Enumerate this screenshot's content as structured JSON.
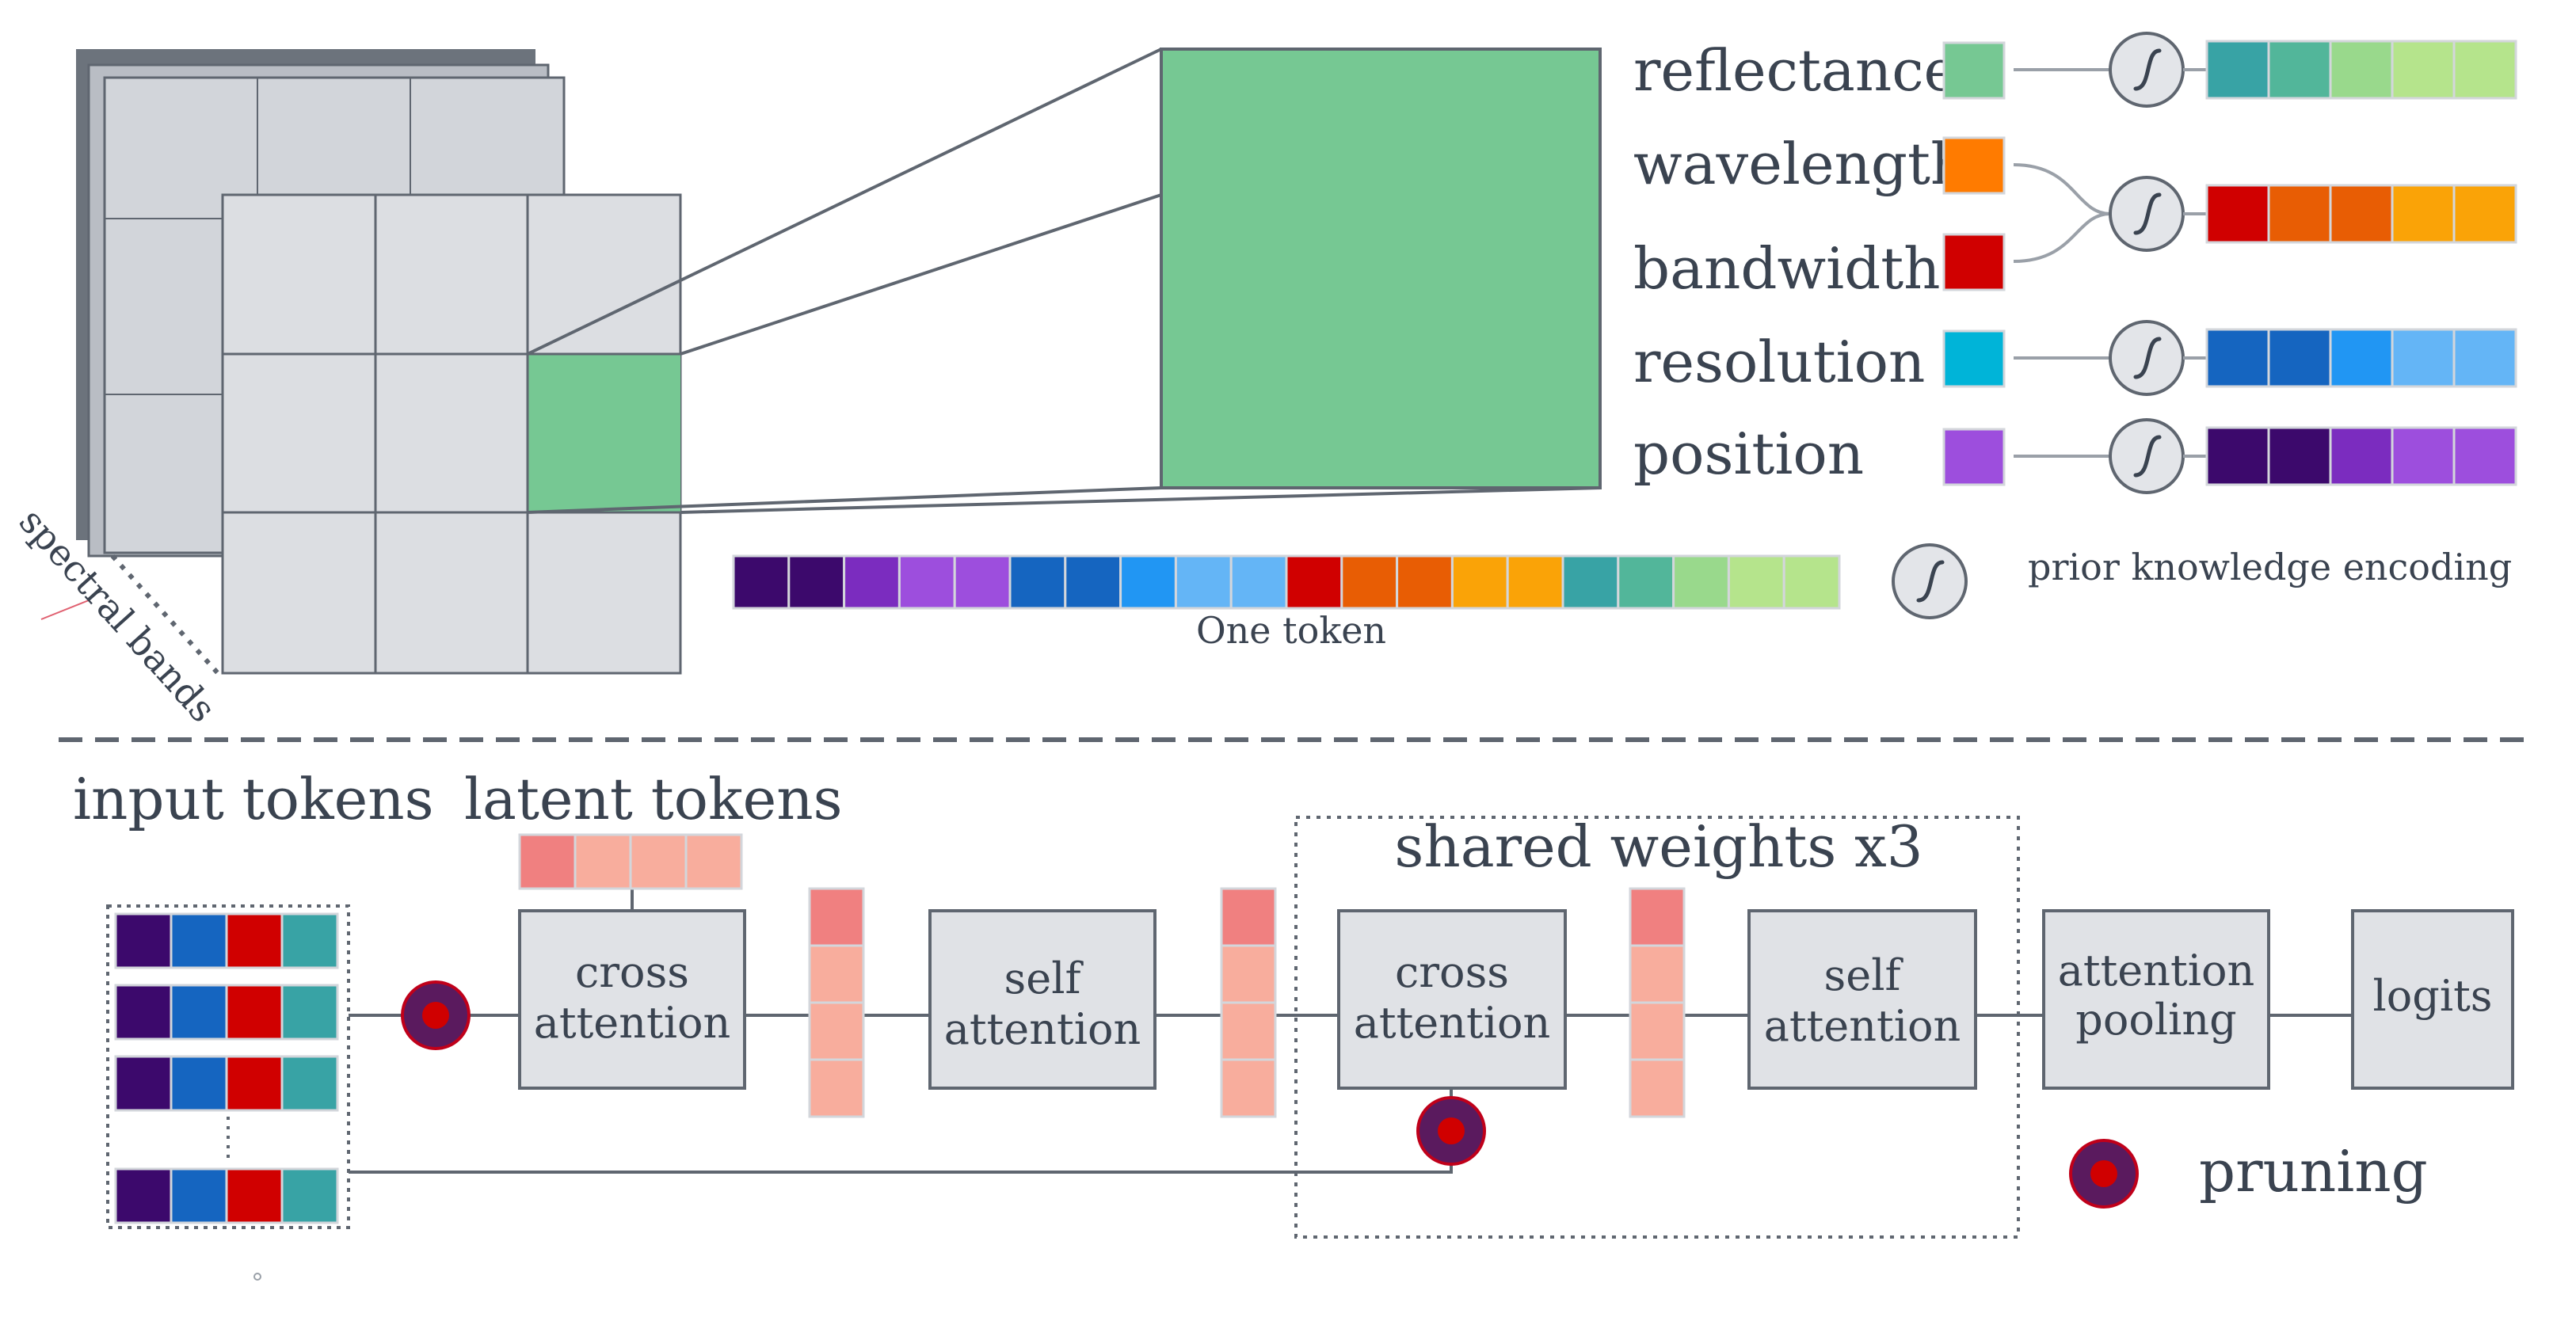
{
  "top": {
    "spectral_bands_label": "spectral bands",
    "attributes": [
      {
        "label": "reflectance",
        "swatch": "#76c893",
        "arrow": "single",
        "encoding": [
          "#38a3a5",
          "#52b69a",
          "#99d98c",
          "#b5e48c",
          "#b5e48c"
        ]
      },
      {
        "label": "wavelength",
        "swatch": "#ff7b00",
        "arrow": "merge-top"
      },
      {
        "label": "bandwidth",
        "swatch": "#d00000",
        "arrow": "merge-bottom",
        "encoding": [
          "#d00000",
          "#e85d04",
          "#e85d04",
          "#faa307",
          "#faa307"
        ]
      },
      {
        "label": "resolution",
        "swatch": "#00b4d8",
        "arrow": "single",
        "encoding": [
          "#1565c0",
          "#1565c0",
          "#2196f3",
          "#64b5f6",
          "#64b5f6"
        ]
      },
      {
        "label": "position",
        "swatch": "#9d4edd",
        "arrow": "single",
        "encoding": [
          "#3c096c",
          "#3c096c",
          "#7b2cbf",
          "#9d4edd",
          "#9d4edd"
        ]
      }
    ],
    "token_colors": [
      "#3c096c",
      "#3c096c",
      "#7b2cbf",
      "#9d4edd",
      "#9d4edd",
      "#1565c0",
      "#1565c0",
      "#2196f3",
      "#64b5f6",
      "#64b5f6",
      "#d00000",
      "#e85d04",
      "#e85d04",
      "#faa307",
      "#faa307",
      "#38a3a5",
      "#52b69a",
      "#99d98c",
      "#b5e48c",
      "#b5e48c"
    ],
    "token_label": "One token",
    "legend_encoding": "prior knowledge encoding",
    "encoding_icon": "integral-sigmoid-icon"
  },
  "bottom": {
    "input_tokens_label": "input tokens",
    "input_token_colors": [
      "#3c096c",
      "#1565c0",
      "#d00000",
      "#38a3a5"
    ],
    "latent_tokens_label": "latent tokens",
    "latent_colors": [
      "#f08080",
      "#f8ad9d",
      "#f8ad9d",
      "#f8ad9d"
    ],
    "shared_weights_label": "shared weights x3",
    "blocks": {
      "cross1": [
        "cross",
        "attention"
      ],
      "self1": [
        "self",
        "attention"
      ],
      "cross2": [
        "cross",
        "attention"
      ],
      "self2": [
        "self",
        "attention"
      ],
      "pool": [
        "attention",
        "pooling"
      ],
      "logits": [
        "logits"
      ]
    },
    "pruning_label": "pruning",
    "pruning_icon": "pruning-marker-icon"
  },
  "colors": {
    "line": "#5f6670",
    "block_fill": "#e0e2e6",
    "block_stroke": "#5f6670",
    "grid_fill": "#dcdee2",
    "token_green": "#76c893",
    "prune_outer": "#5a1a5e",
    "prune_inner": "#d00000"
  }
}
